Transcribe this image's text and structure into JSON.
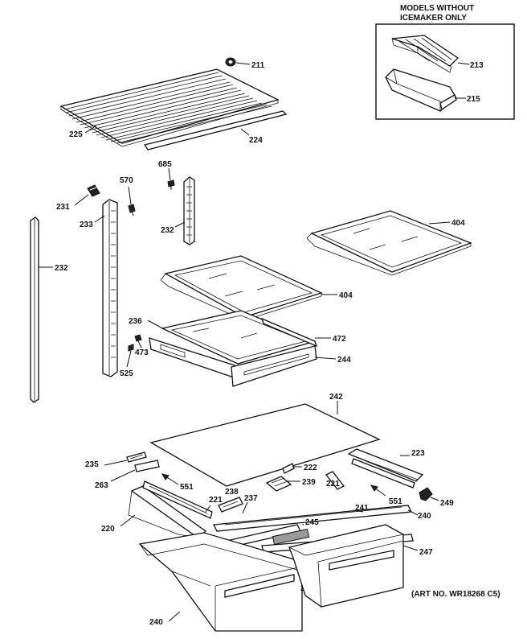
{
  "header": {
    "line1": "MODELS WITHOUT",
    "line2": "ICEMAKER ONLY"
  },
  "art_number": "(ART NO. WR18268 C5)",
  "callouts": {
    "c211": "211",
    "c213": "213",
    "c215": "215",
    "c225": "225",
    "c224": "224",
    "c685": "685",
    "c570": "570",
    "c231": "231",
    "c233": "233",
    "c232a": "232",
    "c232b": "232",
    "c404a": "404",
    "c404b": "404",
    "c236": "236",
    "c472": "472",
    "c473": "473",
    "c525": "525",
    "c244": "244",
    "c242": "242",
    "c235": "235",
    "c223": "223",
    "c222": "222",
    "c263": "263",
    "c551a": "551",
    "c239": "239",
    "c221a": "221",
    "c249": "249",
    "c238": "238",
    "c237": "237",
    "c221b": "221",
    "c551b": "551",
    "c241": "241",
    "c240a": "240",
    "c220": "220",
    "c245": "245",
    "c247": "247",
    "c246": "246",
    "c240b": "240"
  }
}
